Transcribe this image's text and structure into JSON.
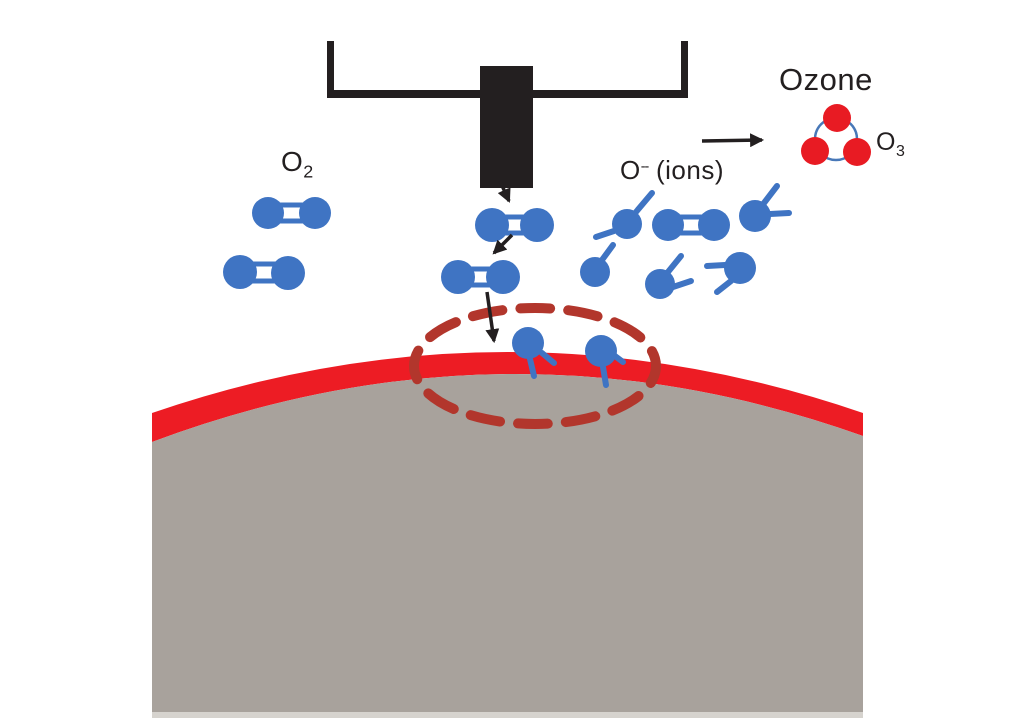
{
  "labels": {
    "o2": {
      "base": "O",
      "sub": "2"
    },
    "ions": {
      "base": "O",
      "sup": "--",
      "rest": " (ions)"
    },
    "ozone": "Ozone",
    "o3": {
      "base": "O",
      "sub": "3"
    }
  },
  "colors": {
    "molecule_blue": "#3f74c3",
    "ring_blue": "#4878b8",
    "coating_red": "#ed1c24",
    "ozone_red": "#e81b23",
    "dash_red": "#b2362c",
    "substrate_gray": "#a8a29c",
    "substrate_edge": "#d6d3ce",
    "ink_black": "#231f20",
    "background": "#ffffff"
  }
}
